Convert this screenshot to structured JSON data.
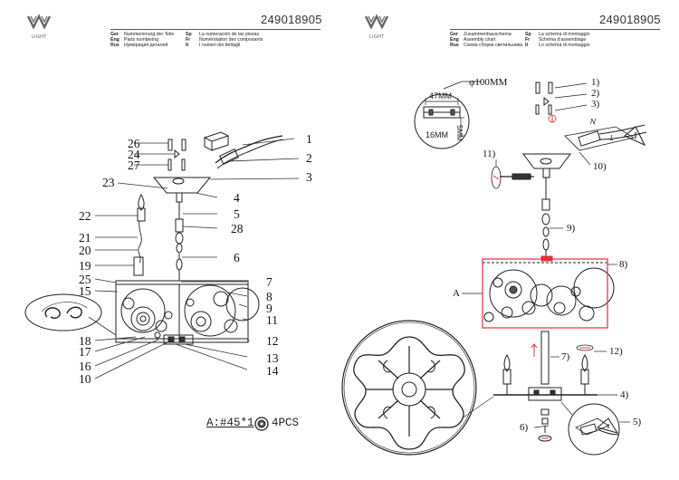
{
  "left_sheet": {
    "logo_text": "LIGHT",
    "code": "249018905",
    "languages": [
      {
        "lang": "Ger",
        "text": "Nummerierung der Teile"
      },
      {
        "lang": "Eng",
        "text": "Parts numbering"
      },
      {
        "lang": "Rus",
        "text": "Нумерация деталей"
      }
    ],
    "languages_right": [
      {
        "lang": "Sp",
        "text": "La numeración de las piezas"
      },
      {
        "lang": "Fr",
        "text": "Numérotation des composants"
      },
      {
        "lang": "It",
        "text": "I numeri dei dettagli"
      }
    ],
    "part_numbers": [
      "1",
      "2",
      "3",
      "4",
      "5",
      "28",
      "6",
      "7",
      "8",
      "9",
      "11",
      "12",
      "13",
      "14",
      "26",
      "24",
      "27",
      "23",
      "22",
      "21",
      "20",
      "19",
      "25",
      "15",
      "18",
      "17",
      "16",
      "10"
    ],
    "legend_label": "A:#45*1",
    "legend_count": "4PCS"
  },
  "right_sheet": {
    "logo_text": "LIGHT",
    "code": "249018905",
    "languages": [
      {
        "lang": "Ger",
        "text": "Zusammenbauschema"
      },
      {
        "lang": "Eng",
        "text": "Assembly chart"
      },
      {
        "lang": "Rus",
        "text": "Схема сборки светильника"
      }
    ],
    "languages_right": [
      {
        "lang": "Sp",
        "text": "La schema di montaggio"
      },
      {
        "lang": "Fr",
        "text": "Schéma d'assemblage"
      },
      {
        "lang": "It",
        "text": "Lo schema di montaggio"
      }
    ],
    "dim_diameter": "φ100MM",
    "dim_width": "47MM",
    "dim_depth": "16MM",
    "dim_height": "5MM",
    "step_labels": [
      "1)",
      "2)",
      "3)",
      "10)",
      "11)",
      "9)",
      "8)",
      "7)",
      "12)",
      "4)",
      "6)",
      "5)"
    ],
    "section_label": "A",
    "wire_letters": [
      "N",
      "L"
    ]
  },
  "colors": {
    "line": "#222222",
    "highlight": "#e0303a",
    "grid": "#555555"
  }
}
